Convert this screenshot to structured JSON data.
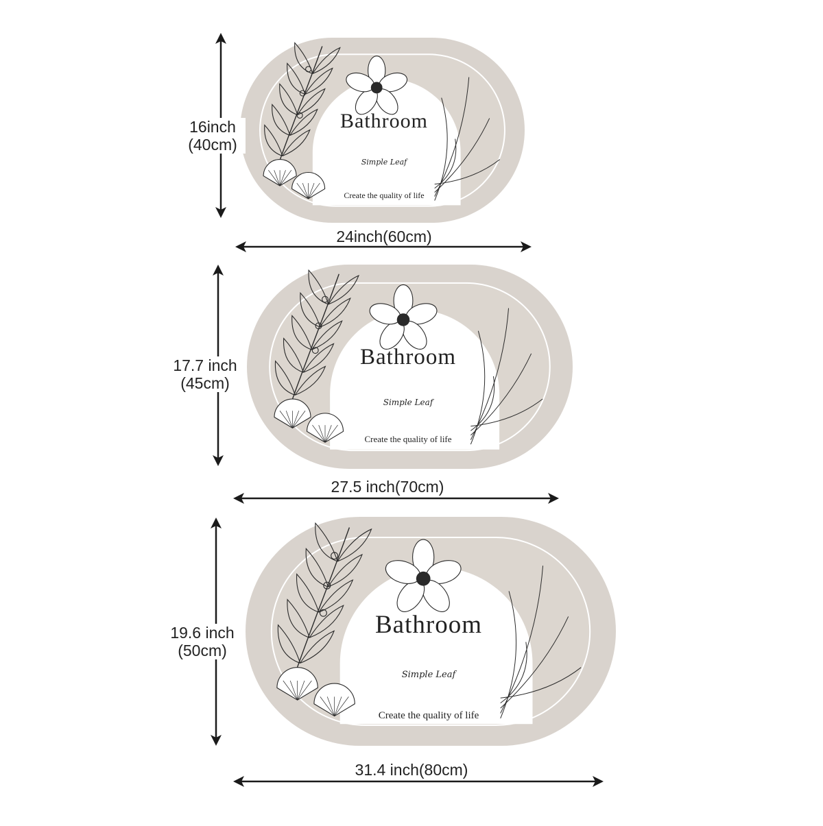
{
  "rugs": [
    {
      "height_inch": "16inch",
      "height_cm": "(40cm)",
      "width_label": "24inch(60cm)",
      "title": "Bathroom",
      "brand": "Simple Leaf",
      "tagline": "Create the quality of life"
    },
    {
      "height_inch": "17.7 inch",
      "height_cm": "(45cm)",
      "width_label": "27.5 inch(70cm)",
      "title": "Bathroom",
      "brand": "Simple Leaf",
      "tagline": "Create the quality of life"
    },
    {
      "height_inch": "19.6 inch",
      "height_cm": "(50cm)",
      "width_label": "31.4 inch(80cm)",
      "title": "Bathroom",
      "brand": "Simple Leaf",
      "tagline": "Create the quality of life"
    }
  ],
  "colors": {
    "rug_beige": "#d9d3cd",
    "rug_inner": "#dcd6cf",
    "arch_white": "#ffffff",
    "line_art": "#2a2a2a",
    "arrow": "#1a1a1a"
  }
}
